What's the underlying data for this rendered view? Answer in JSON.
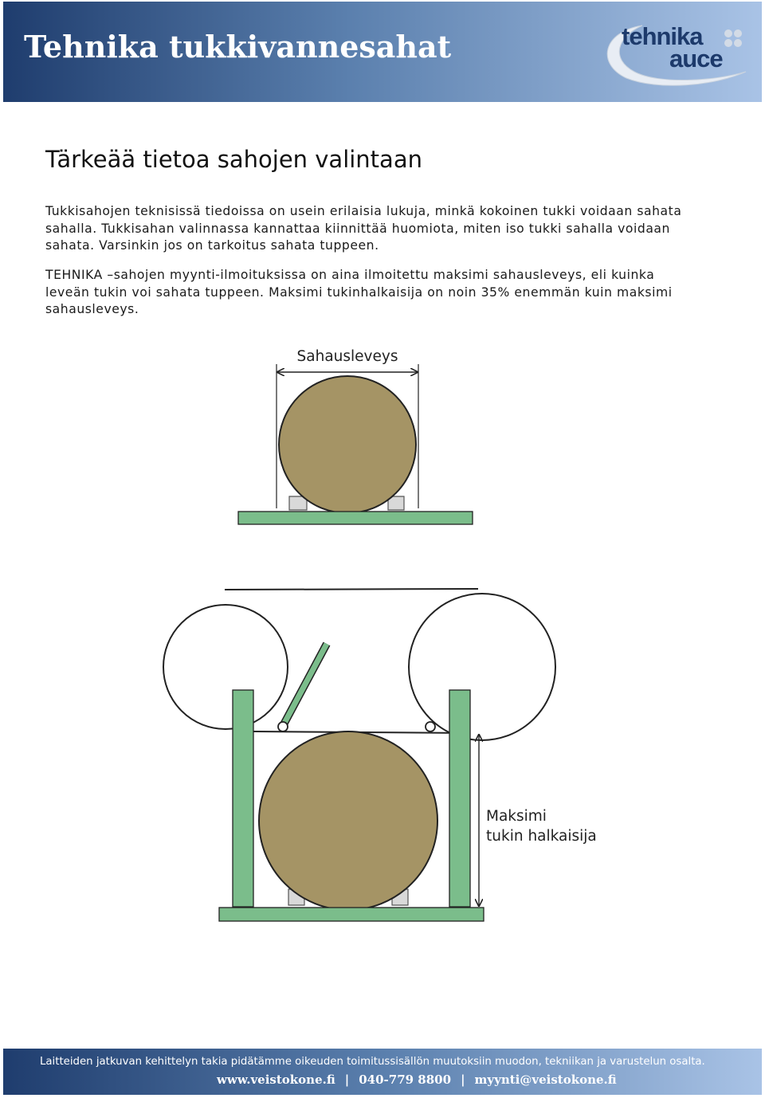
{
  "header": {
    "title": "Tehnika tukkivannesahat",
    "logo": {
      "line1": "tehnika",
      "line2": "auce"
    }
  },
  "main": {
    "section_title": "Tärkeää tietoa sahojen valintaan",
    "paragraphs": [
      "Tukkisahojen teknisissä tiedoissa on usein erilaisia lukuja, minkä kokoinen tukki voidaan sahata sahalla. Tukkisahan valinnassa kannattaa kiinnittää huomiota, miten iso tukki sahalla voidaan sahata. Varsinkin jos on tarkoitus sahata tuppeen.",
      "TEHNIKA –sahojen myynti-ilmoituksissa on aina ilmoitettu maksimi sahausleveys, eli kuinka leveän tukin voi sahata tuppeen. Maksimi tukinhalkaisija on noin 35% enemmän kuin maksimi sahausleveys."
    ]
  },
  "figure": {
    "top_label": "Sahausleveys",
    "side_label_line1": "Maksimi",
    "side_label_line2": "tukin halkaisija",
    "colors": {
      "log": "#a59465",
      "frame": "#7bbd8b",
      "support": "#d9d9d9",
      "outline": "#222222"
    }
  },
  "footer": {
    "note": "Laitteiden jatkuvan kehittelyn takia pidätämme oikeuden toimitussisällön muutoksiin muodon, tekniikan ja varustelun osalta.",
    "website": "www.veistokone.fi",
    "phone": "040-779 8800",
    "email": "myynti@veistokone.fi",
    "separator": "|"
  }
}
